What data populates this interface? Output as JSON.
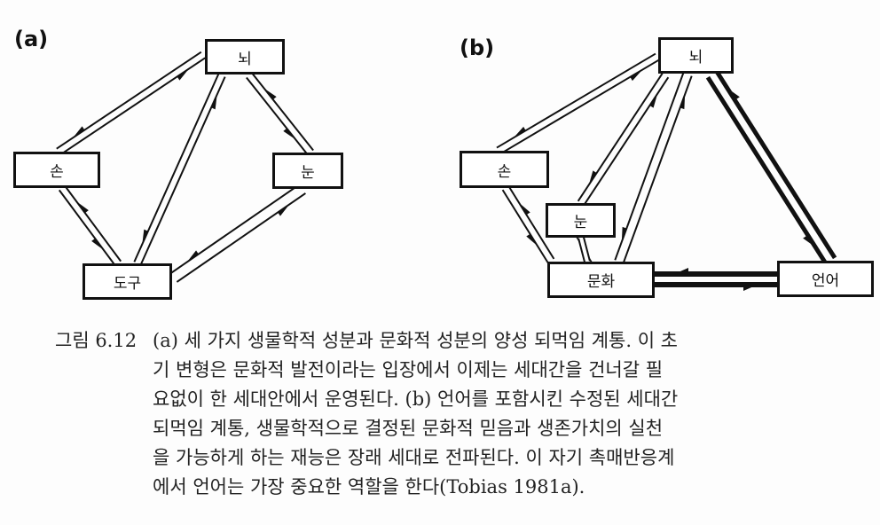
{
  "panel_a": {
    "label": "(a)",
    "nodes": {
      "brain": "뇌",
      "hand": "손",
      "eye": "눈",
      "tool": "도구"
    },
    "connections": [
      [
        "brain",
        "hand"
      ],
      [
        "brain",
        "tool"
      ],
      [
        "brain",
        "eye"
      ],
      [
        "hand",
        "tool"
      ],
      [
        "eye",
        "tool"
      ]
    ]
  },
  "panel_b": {
    "label": "(b)",
    "nodes": {
      "brain": "뇌",
      "hand": "손",
      "eye": "눈",
      "culture": "문화",
      "language": "언어"
    },
    "connections": [
      [
        "brain",
        "hand"
      ],
      [
        "brain",
        "eye"
      ],
      [
        "brain",
        "culture"
      ],
      [
        "brain",
        "language"
      ],
      [
        "hand",
        "culture"
      ],
      [
        "eye",
        "culture"
      ],
      [
        "culture",
        "language"
      ]
    ]
  },
  "caption": {
    "label": "그림 6.12",
    "lines": [
      "(a) 세 가지 생물학적 성분과 문화적 성분의 양성 되먹임 계통. 이 초",
      "기 변형은 문화적 발전이라는 입장에서 이제는 세대간을 건너갈 필",
      "요없이 한 세대안에서 운영된다. (b) 언어를 포함시킨 수정된 세대간",
      "되먹임 계통, 생물학적으로 결정된 문화적 믿음과 생존가치의 실천",
      "을 가능하게 하는 재능은 장래 세대로 전파된다. 이 자기 촉매반응계",
      "에서 언어는 가장 중요한 역할을 한다(Tobias 1981a)."
    ]
  }
}
